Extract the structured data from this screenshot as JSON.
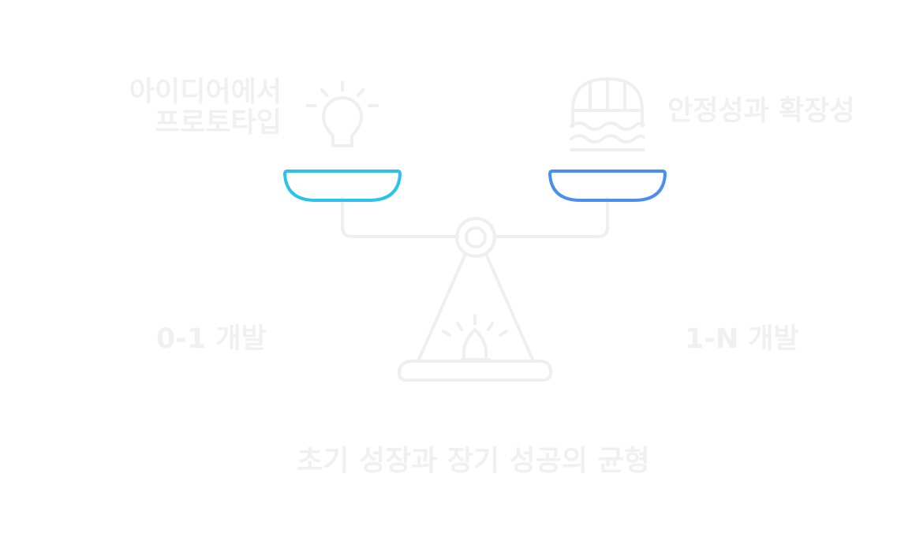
{
  "labels": {
    "left_top_line1": "아이디어에서",
    "left_top_line2": "프로토타입",
    "right_top": "안정성과 확장성",
    "left_bottom": "0-1 개발",
    "right_bottom": "1-N 개발",
    "caption": "초기 성장과 장기 성공의 균형"
  },
  "colors": {
    "left_pan": "#29c3ee",
    "right_pan": "#4a8ef0",
    "structure": "#efefef",
    "text": "#f0f0f0"
  },
  "icons": {
    "left": "lightbulb-icon",
    "right": "stable-dome-icon",
    "base": "alarm-light-icon"
  }
}
